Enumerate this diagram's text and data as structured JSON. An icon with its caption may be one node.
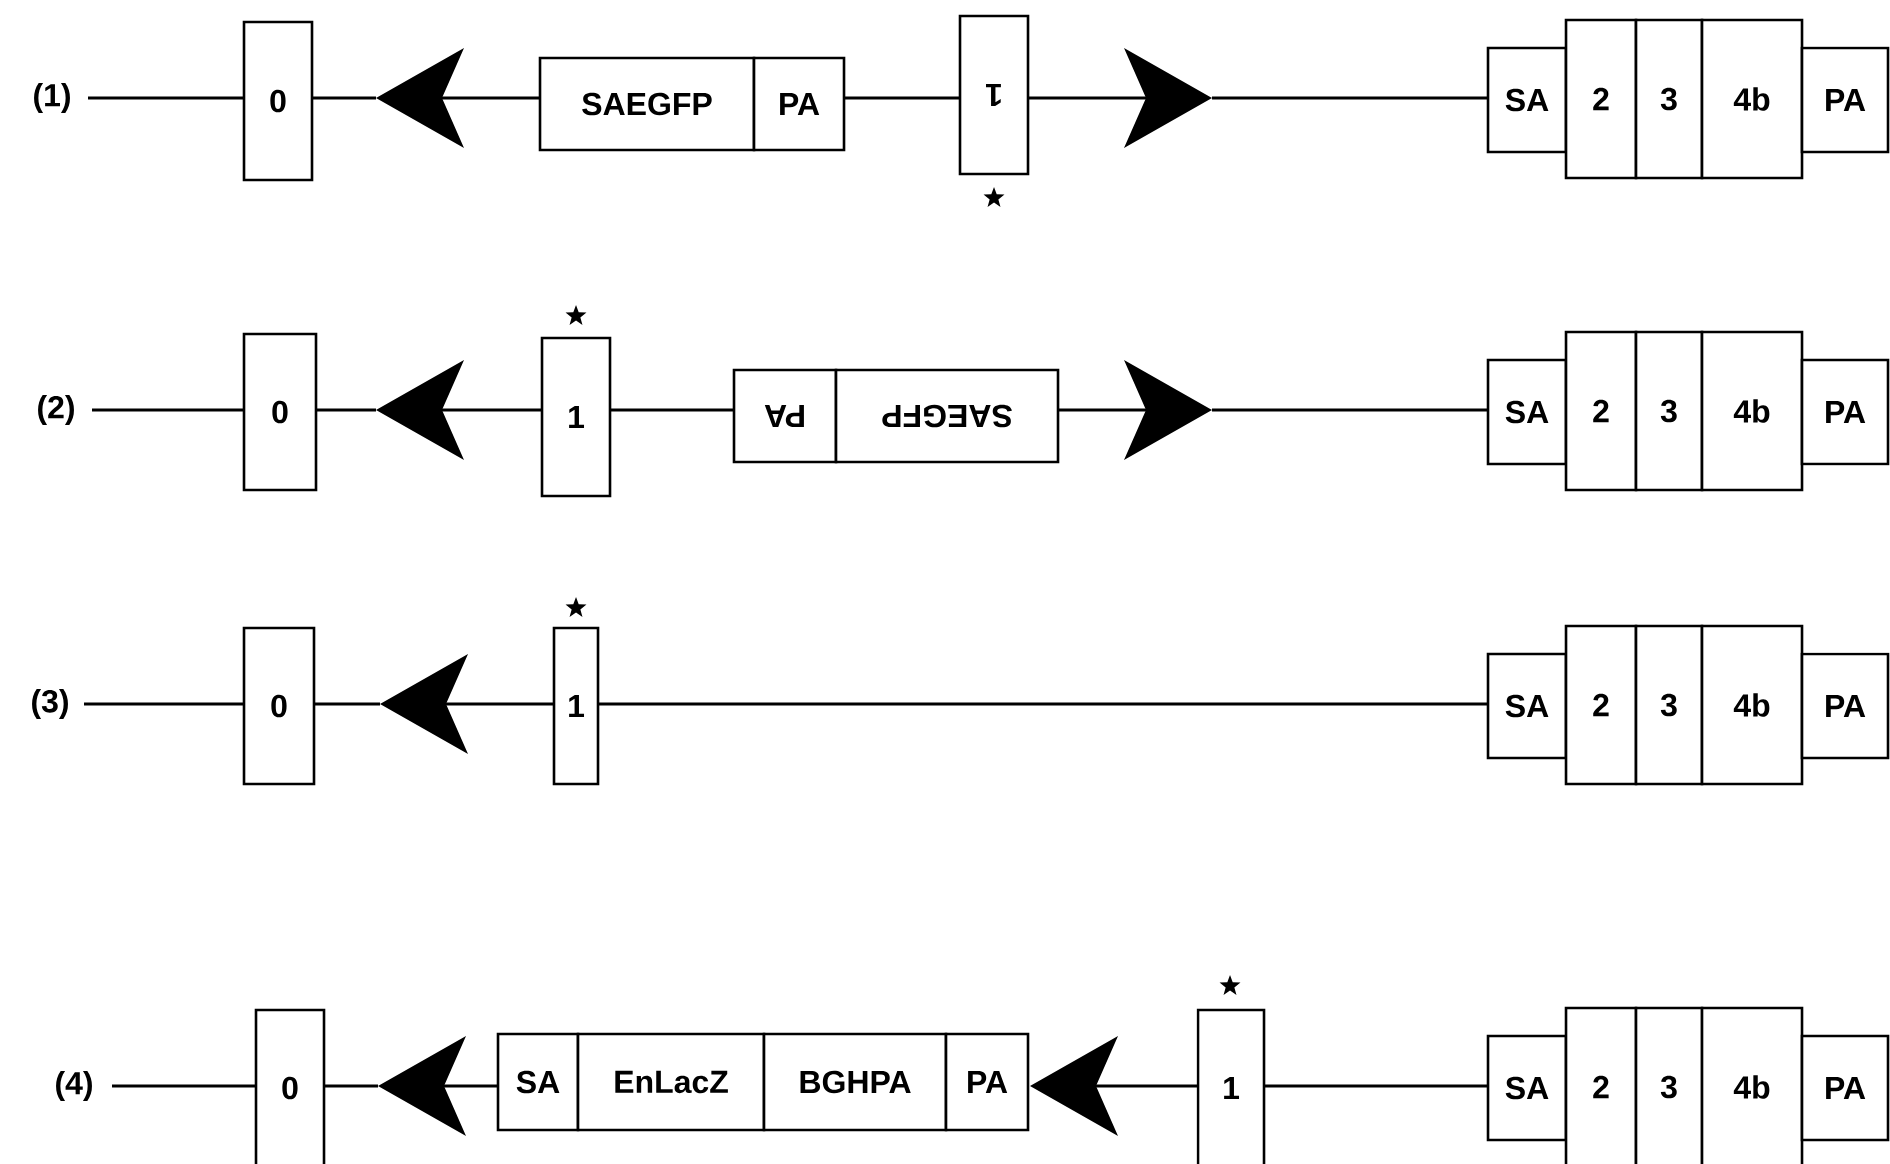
{
  "diagram": {
    "nodes": [
      {
        "text": [
          "(1)"
        ]
      },
      {
        "text": [
          "0"
        ]
      },
      {
        "text": [],
        "shape": "arrowhead"
      },
      {
        "text": [
          "SAEGFP"
        ]
      },
      {
        "text": [
          "PA"
        ]
      },
      {
        "text": [
          "1"
        ]
      },
      {
        "text": [],
        "shape": "arrowhead"
      },
      {
        "text": [
          "SA"
        ]
      },
      {
        "text": [
          "2"
        ]
      },
      {
        "text": [
          "3"
        ]
      },
      {
        "text": [
          "4b"
        ]
      },
      {
        "text": [
          "PA"
        ]
      },
      {
        "text": [
          "(2)"
        ]
      },
      {
        "text": [
          "0"
        ]
      },
      {
        "text": [],
        "shape": "arrowhead"
      },
      {
        "text": [
          "1"
        ]
      },
      {
        "text": [
          "PA"
        ]
      },
      {
        "text": [
          "SAEGFP"
        ]
      },
      {
        "text": [],
        "shape": "arrowhead"
      },
      {
        "text": [
          "SA"
        ]
      },
      {
        "text": [
          "2"
        ]
      },
      {
        "text": [
          "3"
        ]
      },
      {
        "text": [
          "4b"
        ]
      },
      {
        "text": [
          "PA"
        ]
      },
      {
        "text": [
          "(3)"
        ]
      },
      {
        "text": [
          "0"
        ]
      },
      {
        "text": [],
        "shape": "arrowhead"
      },
      {
        "text": [
          "1"
        ]
      },
      {
        "text": [
          "SA"
        ]
      },
      {
        "text": [
          "2"
        ]
      },
      {
        "text": [
          "3"
        ]
      },
      {
        "text": [
          "4b"
        ]
      },
      {
        "text": [
          "PA"
        ]
      },
      {
        "text": [
          "(4)"
        ]
      },
      {
        "text": [
          "0"
        ]
      },
      {
        "text": [],
        "shape": "arrowhead"
      },
      {
        "text": [
          "SA"
        ]
      },
      {
        "text": [
          "EnLacZ"
        ]
      },
      {
        "text": [
          "BGHPA"
        ]
      },
      {
        "text": [
          "PA"
        ]
      },
      {
        "text": [],
        "shape": "arrowhead"
      },
      {
        "text": [
          "1"
        ]
      },
      {
        "text": [
          "SA"
        ]
      },
      {
        "text": [
          "2"
        ]
      },
      {
        "text": [
          "3"
        ]
      },
      {
        "text": [
          "4b"
        ]
      },
      {
        "text": [
          "PA"
        ]
      }
    ],
    "edges": [
      {
        "from": 0,
        "to": 1,
        "arrow": "none"
      },
      {
        "from": 1,
        "to": 2,
        "arrow": "none"
      },
      {
        "from": 2,
        "to": 3,
        "arrow": "none"
      },
      {
        "from": 4,
        "to": 5,
        "arrow": "none"
      },
      {
        "from": 5,
        "to": 6,
        "arrow": "none"
      },
      {
        "from": 6,
        "to": 7,
        "arrow": "none"
      },
      {
        "from": 12,
        "to": 13,
        "arrow": "none"
      },
      {
        "from": 13,
        "to": 14,
        "arrow": "none"
      },
      {
        "from": 14,
        "to": 15,
        "arrow": "none"
      },
      {
        "from": 15,
        "to": 16,
        "arrow": "none"
      },
      {
        "from": 17,
        "to": 18,
        "arrow": "none"
      },
      {
        "from": 18,
        "to": 19,
        "arrow": "none"
      },
      {
        "from": 24,
        "to": 25,
        "arrow": "none"
      },
      {
        "from": 25,
        "to": 26,
        "arrow": "none"
      },
      {
        "from": 26,
        "to": 27,
        "arrow": "none"
      },
      {
        "from": 27,
        "to": 28,
        "arrow": "none"
      },
      {
        "from": 33,
        "to": 34,
        "arrow": "none"
      },
      {
        "from": 34,
        "to": 35,
        "arrow": "none"
      },
      {
        "from": 35,
        "to": 36,
        "arrow": "none"
      },
      {
        "from": 40,
        "to": 41,
        "arrow": "none"
      },
      {
        "from": 41,
        "to": 42,
        "arrow": "none"
      }
    ]
  }
}
